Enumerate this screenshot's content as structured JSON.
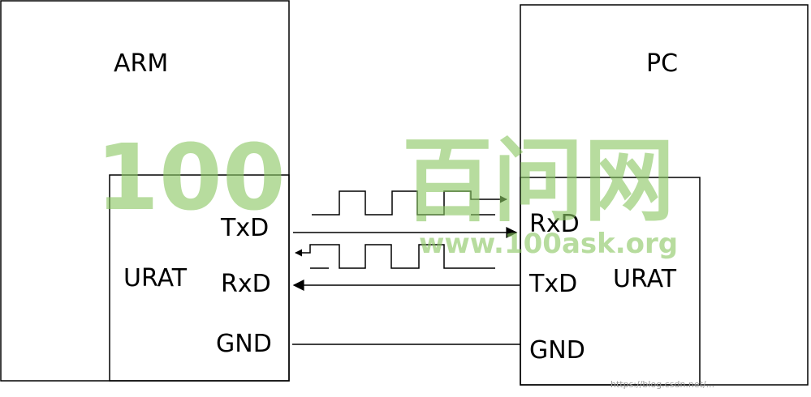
{
  "arm": {
    "title": "ARM",
    "uart": {
      "label": "URAT",
      "pins": {
        "txd": "TxD",
        "rxd": "RxD",
        "gnd": "GND"
      }
    }
  },
  "pc": {
    "title": "PC",
    "uart": {
      "label": "URAT",
      "pins": {
        "rxd": "RxD",
        "txd": "TxD",
        "gnd": "GND"
      }
    }
  },
  "watermark": {
    "logo": "100百问网",
    "url": "www.100ask.org"
  },
  "credit": "https://blog.csdn.net/..."
}
